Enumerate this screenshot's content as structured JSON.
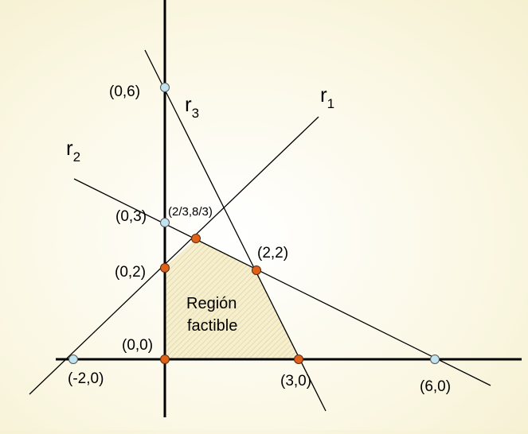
{
  "lines": {
    "r1": {
      "name": "r",
      "sub": "1"
    },
    "r2": {
      "name": "r",
      "sub": "2"
    },
    "r3": {
      "name": "r",
      "sub": "3"
    }
  },
  "points": {
    "p_0_6": "(0,6)",
    "p_0_3": "(0,3)",
    "p_0_2": "(0,2)",
    "p_0_0": "(0,0)",
    "p_m2_0": "(-2,0)",
    "p_3_0": "(3,0)",
    "p_6_0": "(6,0)",
    "p_2_2": "(2,2)",
    "p_23_83": "(2/3,8/3)"
  },
  "region": {
    "line1": "Región",
    "line2": "factible"
  },
  "colors": {
    "feasible_vertex": "#e0621a",
    "intercept_point": "#bfe3ef",
    "region_fill": "#f4edcc",
    "region_hatch": "#d8c98a"
  }
}
